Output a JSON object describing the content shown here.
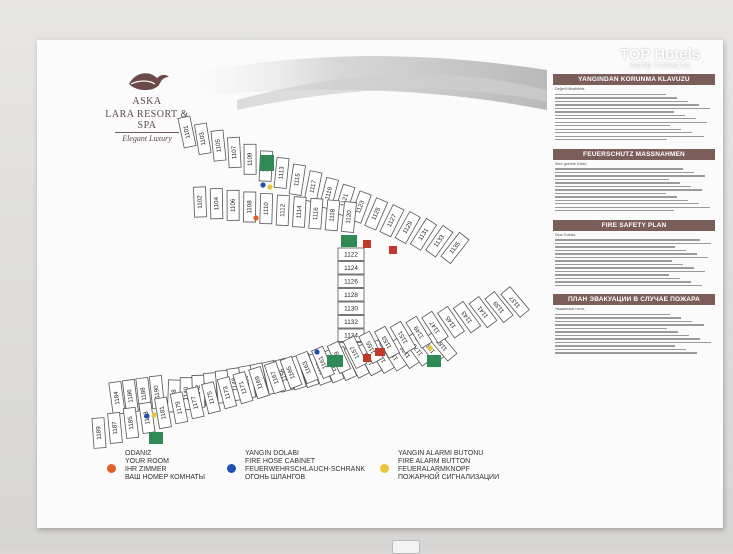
{
  "logo": {
    "line1": "ASKA",
    "line2": "LARA RESORT & SPA",
    "tagline": "Elegant Luxury"
  },
  "watermark": {
    "title": "TOP Hotels",
    "subtitle": "ФОТО ТУРИСТА"
  },
  "panels": [
    {
      "heading": "YANGINDAN KORUNMA KLAVUZU",
      "intro": "Değerli Misafirimiz,",
      "lines": 14
    },
    {
      "heading": "FEUERSCHUTZ MASSNAHMEN",
      "intro": "Sehr geehrte Gäste,",
      "lines": 13
    },
    {
      "heading": "FIRE SAFETY PLAN",
      "intro": "Dear Guests,",
      "lines": 14
    },
    {
      "heading": "ПЛАН ЭВАКУАЦИИ В СЛУЧАЕ ПОЖАРА",
      "intro": "Уважаемые гости,",
      "lines": 12
    }
  ],
  "legend": [
    {
      "lines": [
        "ODANIZ",
        "YOUR ROOM",
        "IHR ZIMMER",
        "ВАШ НОМЕР КОМНАТЫ"
      ],
      "color": "#e0602a"
    },
    {
      "lines": [
        "YANGIN DOLABI",
        "FIRE HOSE CABINET",
        "FEUERWEHRSCHLAUCH-SCHRANK",
        "ОГОНЬ ШЛАНГОВ"
      ],
      "color": "#1f4fb5"
    },
    {
      "lines": [
        "YANGIN ALARMI BUTONU",
        "FIRE ALARM BUTTON",
        "FEUERALARMKNOPF",
        "ПОЖАРНОЙ СИГНАЛИЗАЦИИ"
      ],
      "color": "#e8c53a"
    }
  ],
  "colors": {
    "room_line": "#555555",
    "stair": "#2f8a55",
    "exit": "#c0392b",
    "your_room": "#e0602a"
  },
  "rooms": {
    "top_outer": [
      "1101",
      "1103",
      "1105",
      "1107",
      "1109",
      "1111",
      "1113",
      "1115",
      "1117",
      "1119",
      "1121",
      "1123",
      "1125",
      "1127",
      "1129",
      "1131",
      "1133",
      "1135"
    ],
    "top_inner": [
      "1102",
      "1104",
      "1106",
      "1108",
      "1110",
      "1112",
      "1114",
      "1116",
      "1118",
      "1120"
    ],
    "spine": [
      "1122",
      "1124",
      "1126",
      "1128",
      "1130",
      "1132",
      "1134",
      "1136"
    ],
    "bottom_inner": [
      "1138",
      "1140",
      "1142",
      "1144",
      "1146",
      "1148",
      "1150",
      "1152",
      "1154",
      "1156",
      "1158",
      "1160",
      "1162",
      "1164",
      "1166",
      "1168",
      "1170",
      "1172",
      "1174",
      "1176",
      "1178",
      "1180",
      "1182"
    ],
    "bottom_outer": [
      "1137",
      "1139",
      "1141",
      "1143",
      "1145",
      "1147",
      "1149",
      "1151",
      "1153",
      "1155",
      "1157",
      "1159",
      "1161",
      "1163",
      "1165",
      "1167",
      "1169",
      "1171",
      "1173",
      "1175",
      "1177",
      "1179",
      "1181",
      "1183",
      "1185",
      "1187",
      "1189"
    ],
    "bottom_upper": [
      "1184",
      "1186",
      "1188",
      "1190"
    ],
    "your_room": "1108"
  }
}
